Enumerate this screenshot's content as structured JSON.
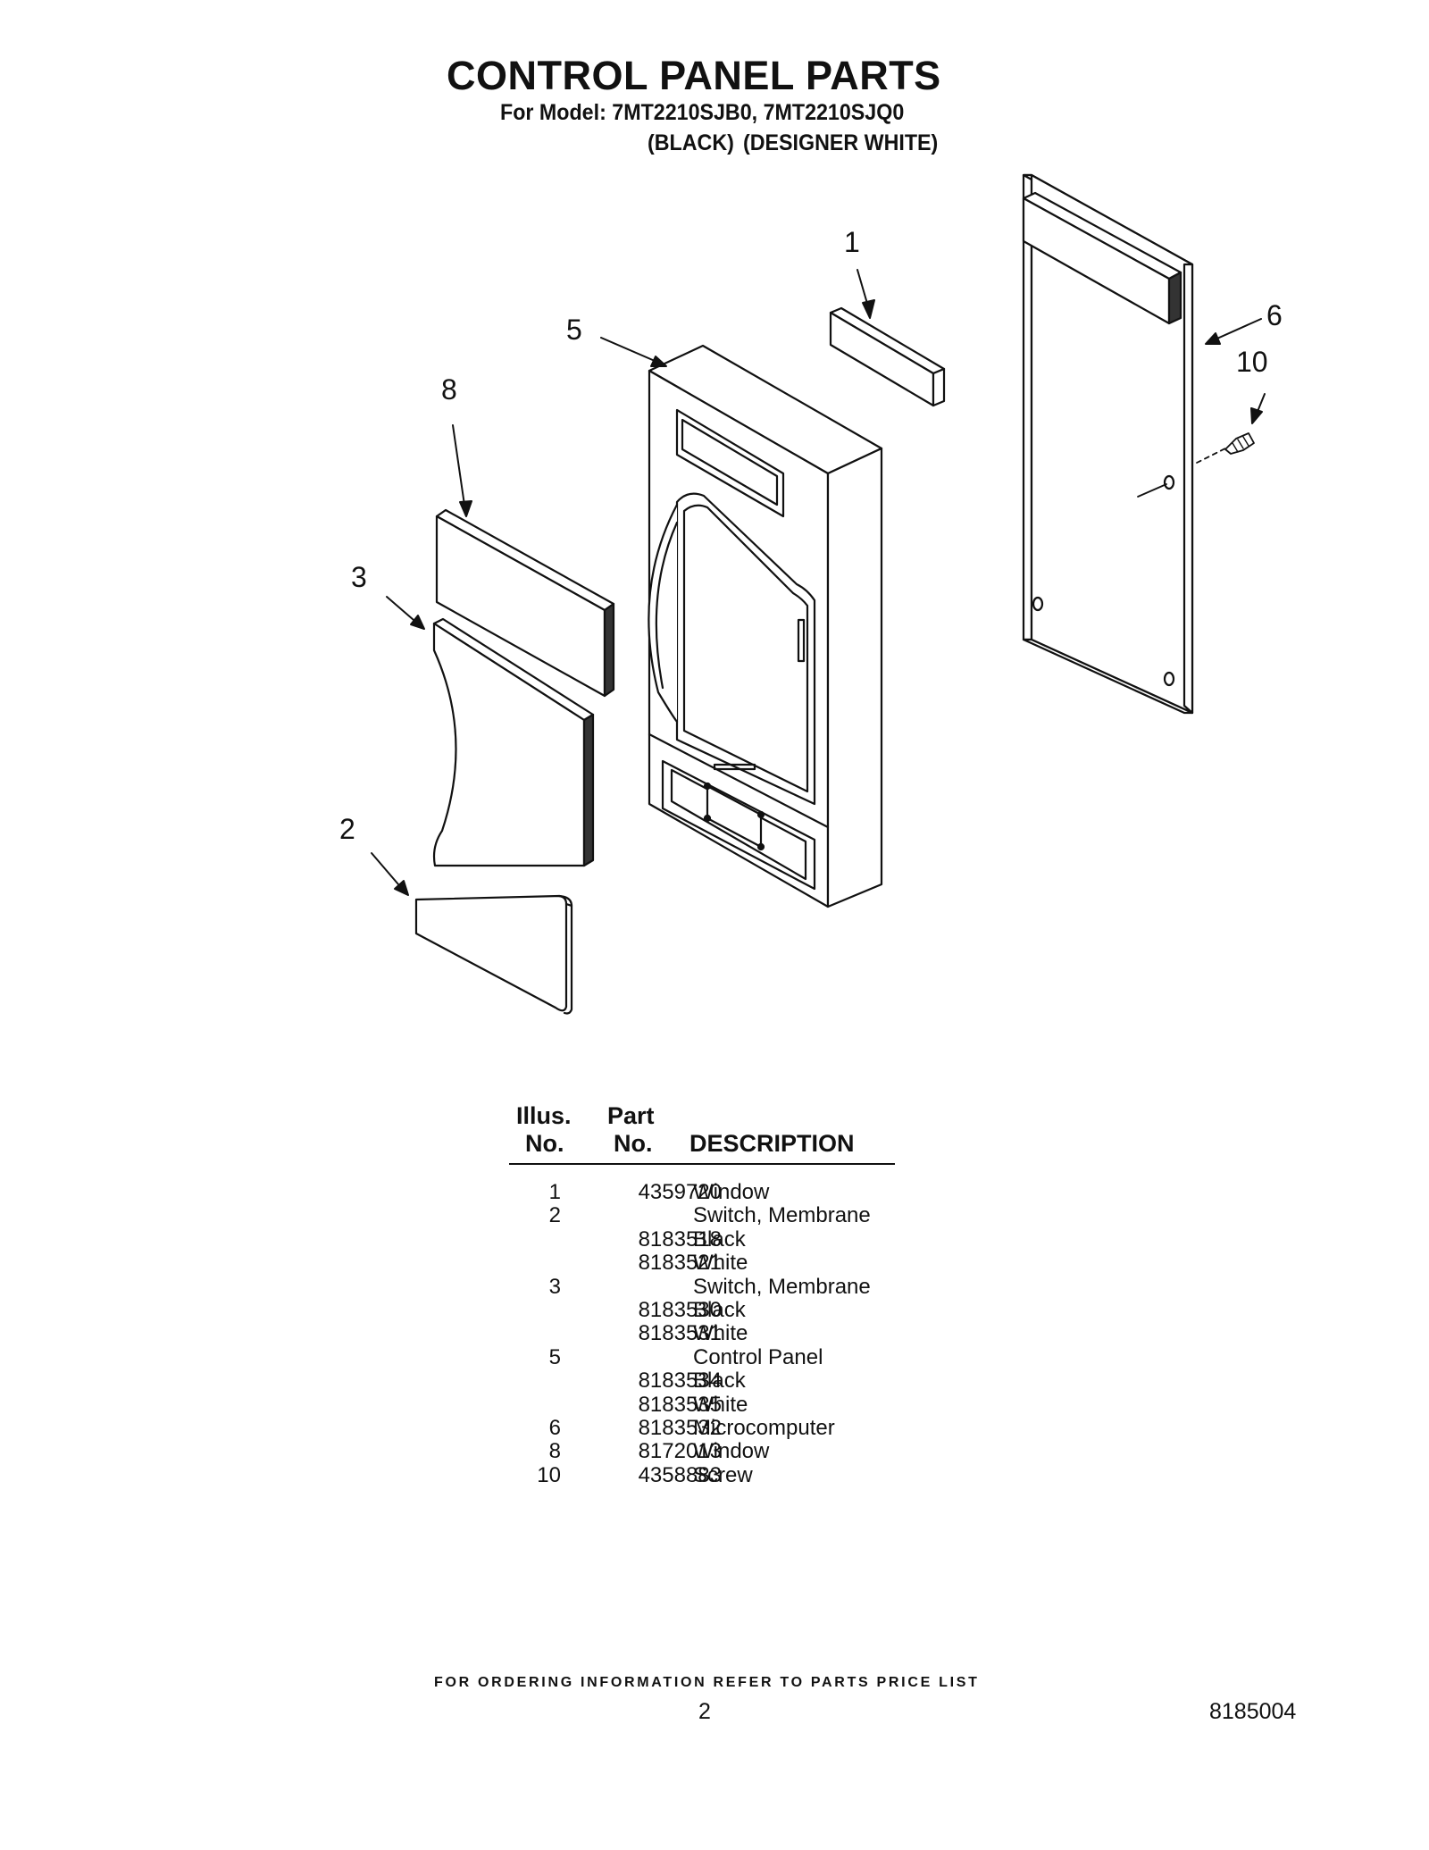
{
  "header": {
    "title": "CONTROL PANEL PARTS",
    "model_line": "For Model: 7MT2210SJB0, 7MT2210SJQ0",
    "variant_black": "(BLACK)",
    "variant_white": "(DESIGNER WHITE)"
  },
  "diagram": {
    "callouts": [
      "1",
      "2",
      "3",
      "5",
      "6",
      "8",
      "10"
    ]
  },
  "parts_table": {
    "headers": {
      "illus_line1": "Illus.",
      "illus_line2": "No.",
      "part_line1": "Part",
      "part_line2": "No.",
      "description": "DESCRIPTION"
    },
    "rows": [
      {
        "illus": "1",
        "part": "4359720",
        "description": "Window"
      },
      {
        "illus": "2",
        "part": "",
        "description": "Switch, Membrane"
      },
      {
        "illus": "",
        "part": "8183518",
        "description": "Black"
      },
      {
        "illus": "",
        "part": "8183521",
        "description": "White"
      },
      {
        "illus": "3",
        "part": "",
        "description": "Switch, Membrane"
      },
      {
        "illus": "",
        "part": "8183530",
        "description": "Black"
      },
      {
        "illus": "",
        "part": "8183531",
        "description": "White"
      },
      {
        "illus": "5",
        "part": "",
        "description": "Control Panel"
      },
      {
        "illus": "",
        "part": "8183534",
        "description": "Black"
      },
      {
        "illus": "",
        "part": "8183535",
        "description": "White"
      },
      {
        "illus": "6",
        "part": "8183532",
        "description": "Microcomputer"
      },
      {
        "illus": "8",
        "part": "8172013",
        "description": "Window"
      },
      {
        "illus": "10",
        "part": "4358883",
        "description": "Screw"
      }
    ]
  },
  "footer": {
    "ordering_note": "FOR ORDERING INFORMATION REFER TO PARTS PRICE LIST",
    "page_number": "2",
    "doc_number": "8185004"
  }
}
